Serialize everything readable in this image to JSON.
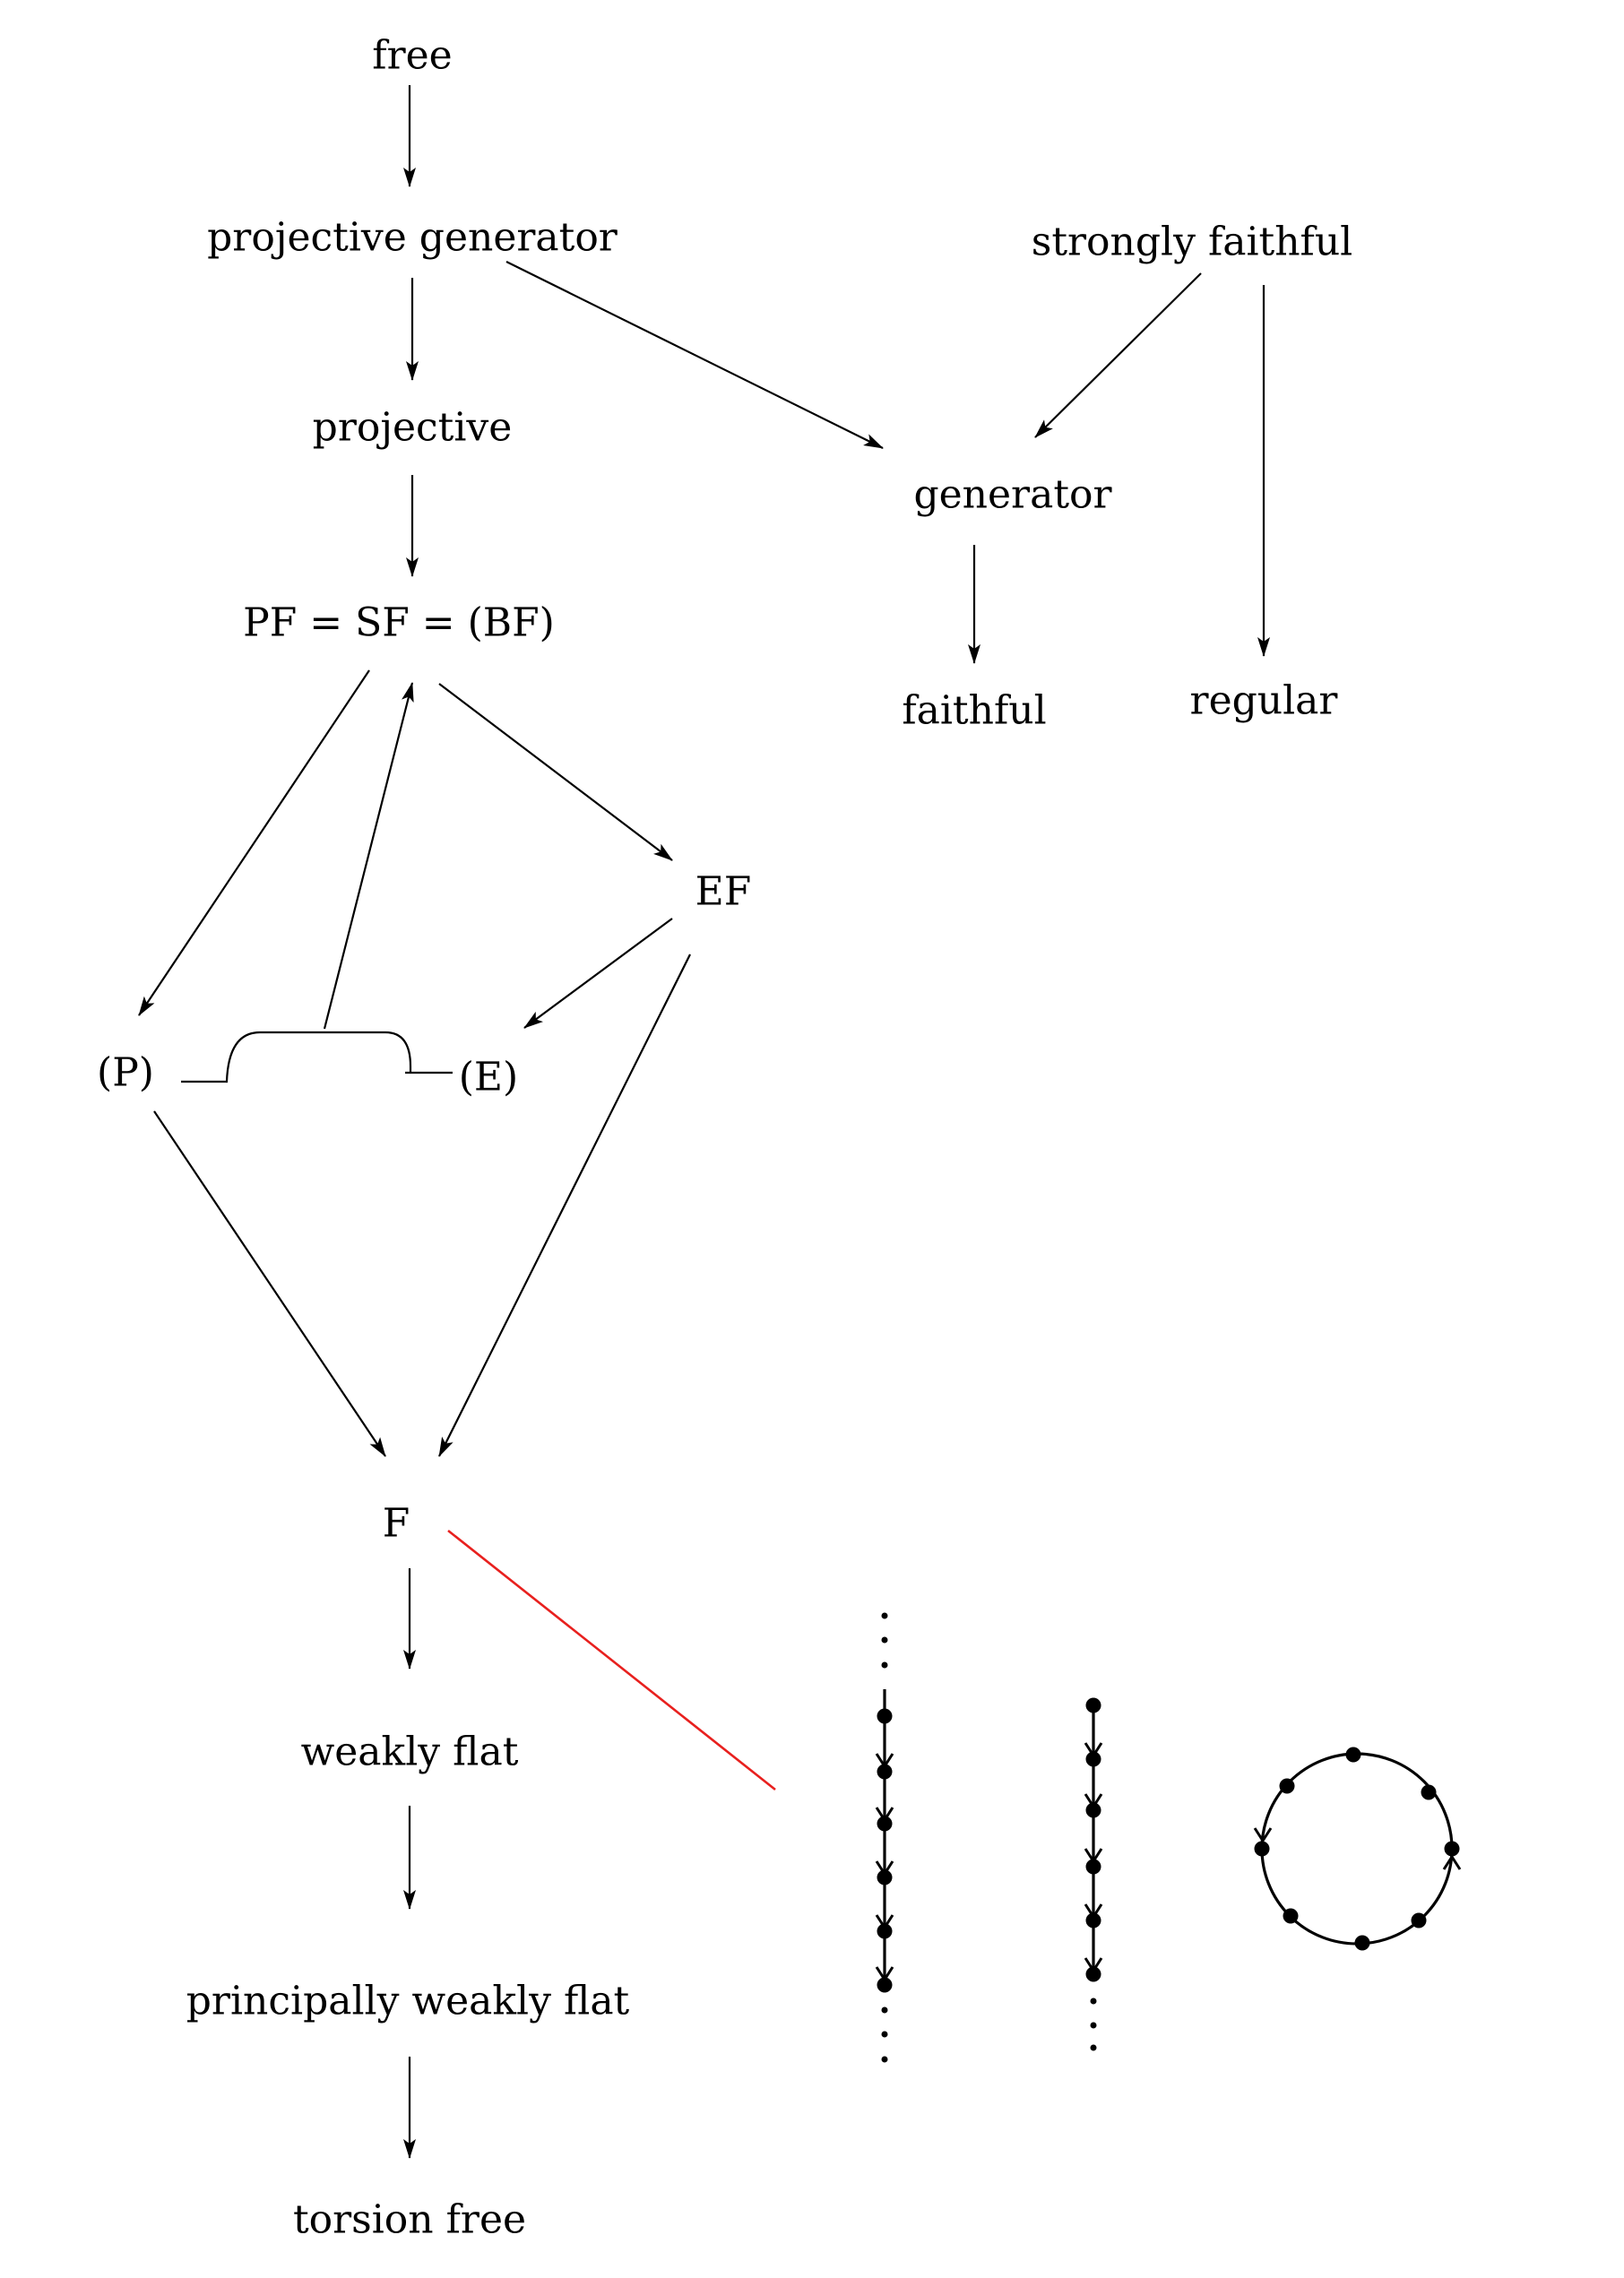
{
  "nodes": {
    "free": "free",
    "projective_generator": "projective generator",
    "strongly_faithful": "strongly faithful",
    "projective": "projective",
    "generator": "generator",
    "pf_sf_bf": "PF = SF = (BF)",
    "faithful": "faithful",
    "regular": "regular",
    "ef": "EF",
    "p": "(P)",
    "e": "(E)",
    "f": "F",
    "weakly_flat": "weakly flat",
    "principally_weakly_flat": "principally weakly flat",
    "torsion_free": "torsion free"
  },
  "colors": {
    "ink": "#000000",
    "highlight": "#e8201e"
  }
}
